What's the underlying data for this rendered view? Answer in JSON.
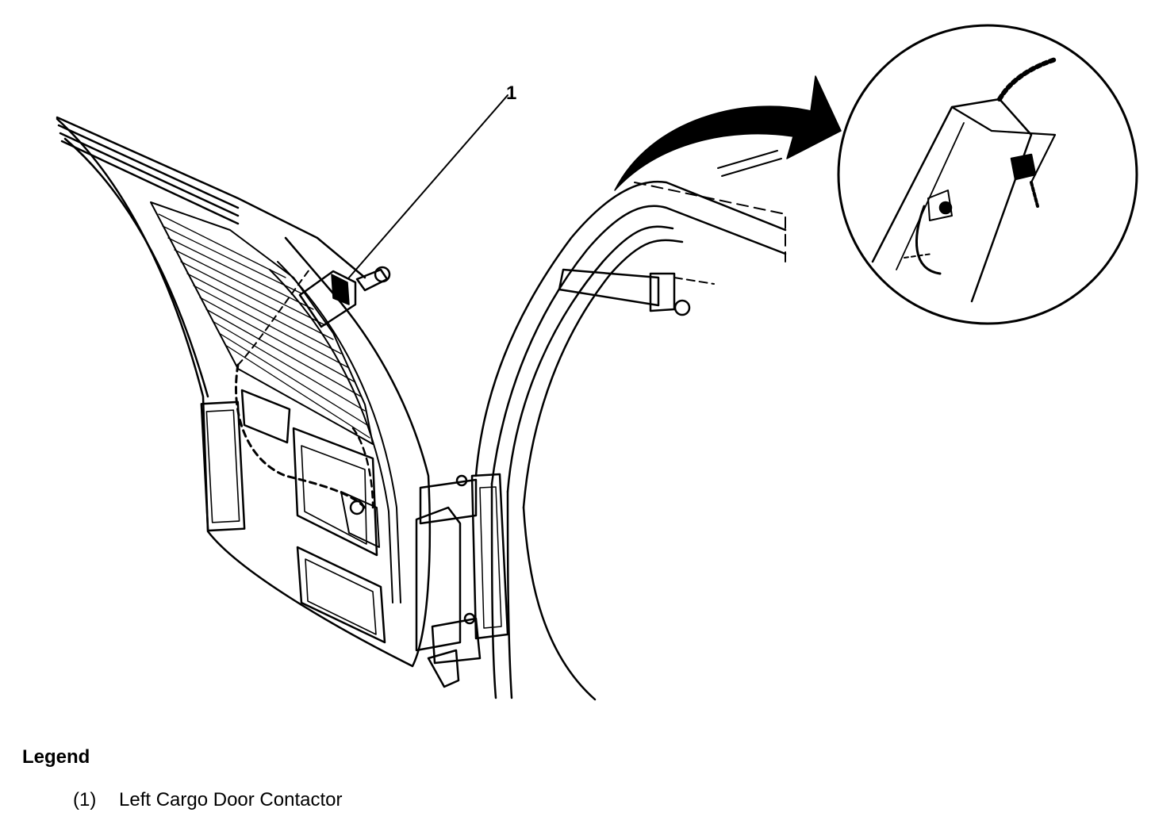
{
  "diagram": {
    "callout_label": "1"
  },
  "legend": {
    "title": "Legend",
    "items": [
      {
        "number": "(1)",
        "label": "Left Cargo Door Contactor"
      }
    ]
  },
  "colors": {
    "line": "#000000",
    "background": "#ffffff"
  }
}
